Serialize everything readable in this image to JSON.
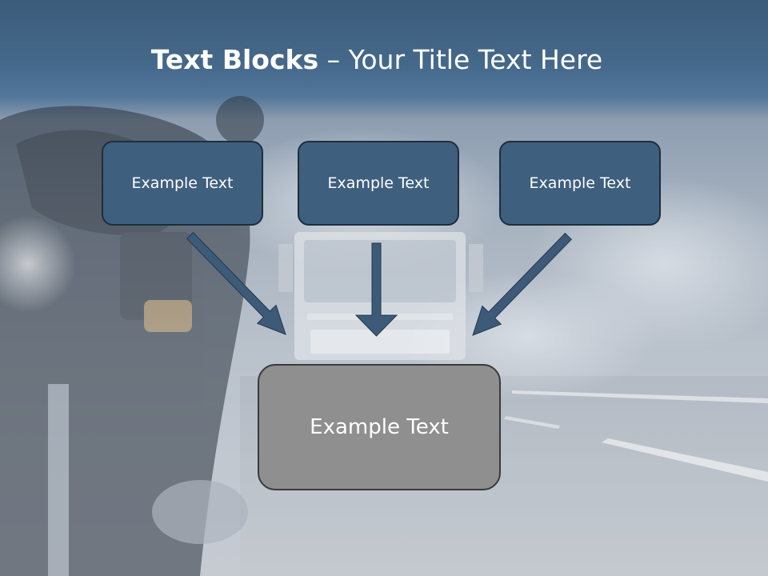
{
  "slide": {
    "title_bold": "Text Blocks",
    "title_rest": " – Your Title Text Here"
  },
  "blocks": {
    "top": [
      {
        "text": "Example Text"
      },
      {
        "text": "Example Text"
      },
      {
        "text": "Example Text"
      }
    ],
    "main": {
      "text": "Example Text"
    }
  },
  "colors": {
    "header": "#3d5c7a",
    "top_box_fill": "#3e5f7e",
    "top_box_border": "#1e2e3e",
    "arrow_fill": "#3d5b78",
    "main_box_fill": "#8f8f8f",
    "main_box_border": "#3a3a3a"
  }
}
